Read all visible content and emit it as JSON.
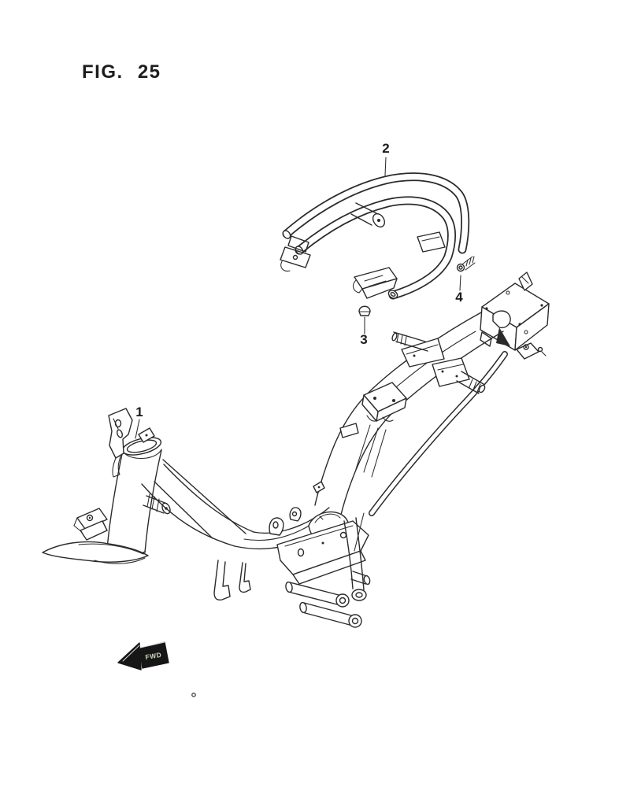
{
  "page": {
    "title": "FIG. 25",
    "background_color": "#ffffff",
    "line_color": "#2b2b2b"
  },
  "diagram": {
    "description": "exploded-parts line drawing of a scooter frame",
    "callouts": [
      {
        "number": "1"
      },
      {
        "number": "2"
      },
      {
        "number": "3"
      },
      {
        "number": "4"
      }
    ],
    "direction_marker": {
      "label": "FWD",
      "color": "#161616"
    }
  }
}
